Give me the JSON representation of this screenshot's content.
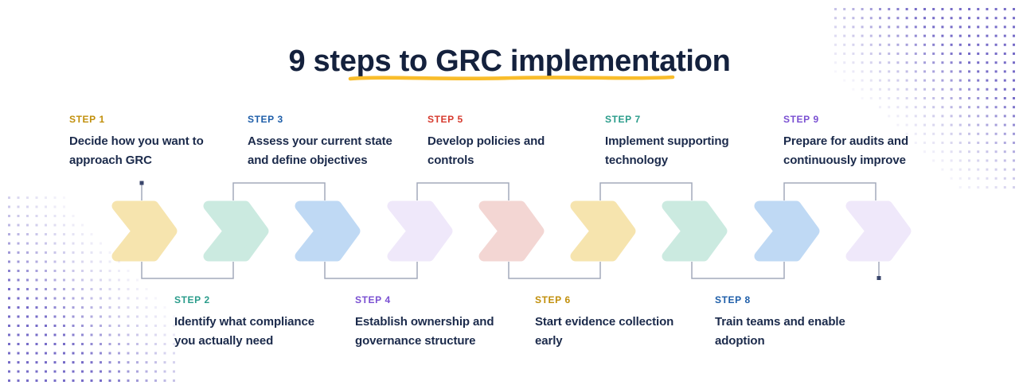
{
  "title": {
    "text": "9 steps to GRC implementation",
    "color": "#14213D",
    "underline_color": "#F9BD2B"
  },
  "steps": [
    {
      "label": "STEP 1",
      "label_color": "#C18F0B",
      "title": "Decide how you want to\napproach GRC"
    },
    {
      "label": "STEP 2",
      "label_color": "#2A9C8B",
      "title": "Identify what compliance\nyou actually need"
    },
    {
      "label": "STEP 3",
      "label_color": "#1E5EA9",
      "title": "Assess your current state\nand define objectives"
    },
    {
      "label": "STEP 4",
      "label_color": "#7A50D2",
      "title": "Establish ownership and\ngovernance structure"
    },
    {
      "label": "STEP 5",
      "label_color": "#D63A2E",
      "title": "Develop policies and\ncontrols"
    },
    {
      "label": "STEP 6",
      "label_color": "#C18F0B",
      "title": "Start evidence collection\nearly"
    },
    {
      "label": "STEP 7",
      "label_color": "#2A9C8B",
      "title": "Implement supporting\ntechnology"
    },
    {
      "label": "STEP 8",
      "label_color": "#1E5EA9",
      "title": "Train teams and enable\nadoption"
    },
    {
      "label": "STEP 9",
      "label_color": "#7A50D2",
      "title": "Prepare for audits and\ncontinuously improve"
    }
  ],
  "chevrons": {
    "colors": [
      "#F6E4AE",
      "#CBEAE0",
      "#BFD9F4",
      "#EFE8FA",
      "#F3D6D3",
      "#F6E4AE",
      "#CBEAE0",
      "#BFD9F4",
      "#EFE8FA"
    ]
  },
  "decor": {
    "dot_color": "#6458C0",
    "connector_color": "#A3AABB",
    "marker_color": "#39456B"
  }
}
